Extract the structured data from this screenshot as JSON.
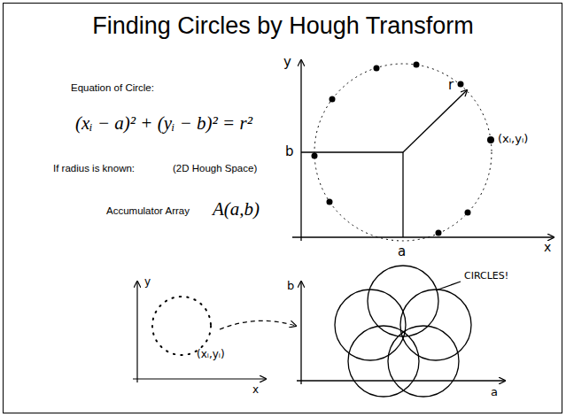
{
  "diagram": {
    "title": "Finding Circles by Hough Transform",
    "labels": [
      "Equation of Circle:",
      "(xᵢ − a)² + (yᵢ − b)² = r²",
      "If radius is known:",
      "(2D Hough Space)",
      "Accumulator Array",
      "A(a,b)",
      "y",
      "b",
      "r",
      "(xᵢ,yᵢ)",
      "a",
      "x",
      "y",
      "(xᵢ,yᵢ)",
      "x",
      "b",
      "CIRCLES!",
      "a"
    ]
  }
}
